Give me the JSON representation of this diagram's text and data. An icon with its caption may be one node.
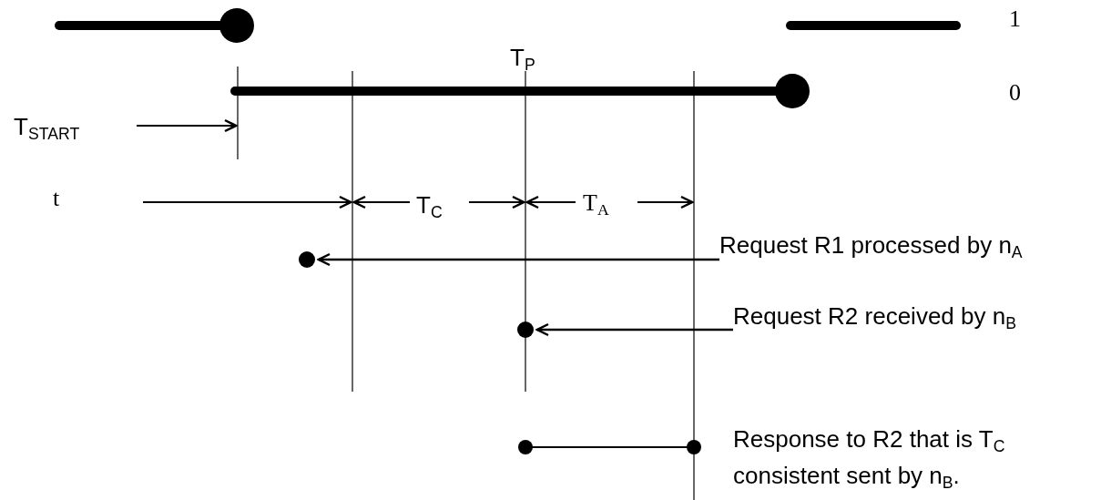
{
  "diagram": {
    "nodes": [
      {
        "text": [
          "Request R1 processed by n$_{A}$"
        ]
      },
      {
        "text": [],
        "shape": "circle"
      },
      {
        "text": [
          "Request R2 received by n$_{B}$"
        ]
      },
      {
        "text": [],
        "shape": "circle"
      }
    ],
    "edges": [
      {
        "from": 0,
        "to": 1,
        "arrow": "to"
      },
      {
        "from": 2,
        "to": 3,
        "arrow": "to"
      }
    ],
    "labels": [
      "1",
      "T$_{P}$",
      "0",
      "T$_{START}$",
      "t",
      "T$_{C}$",
      "T$_{A}$",
      "Response to R2 that is T$_{C}$ consistent sent by n$_{B}$."
    ]
  }
}
